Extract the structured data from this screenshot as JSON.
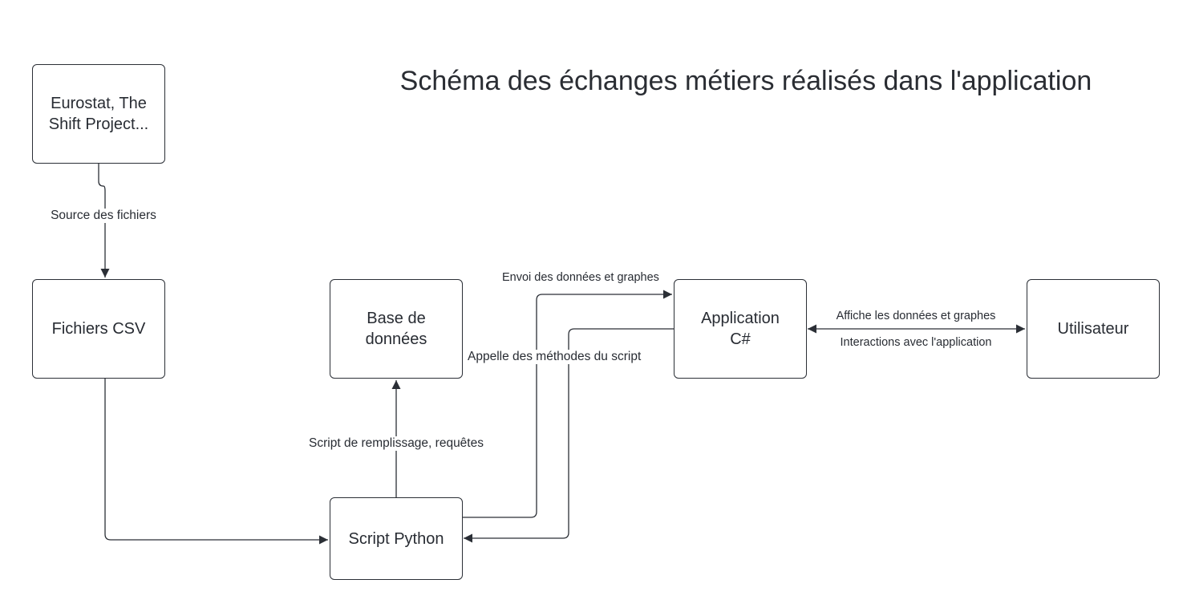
{
  "title": "Schéma des échanges métiers réalisés dans l'application",
  "nodes": {
    "sources": "Eurostat, The\nShift Project...",
    "csv": "Fichiers CSV",
    "database": "Base de\ndonnées",
    "python": "Script Python",
    "app": "Application\nC#",
    "user": "Utilisateur"
  },
  "edges": {
    "source_files": "Source des fichiers",
    "fill_queries": "Script de remplissage, requêtes",
    "send_data": "Envoi des données et graphes",
    "call_methods": "Appelle des méthodes du script",
    "display_data": "Affiche les données et graphes",
    "interactions": "Interactions avec l'application"
  },
  "colors": {
    "line": "#2b2f36",
    "text": "#282c33"
  }
}
